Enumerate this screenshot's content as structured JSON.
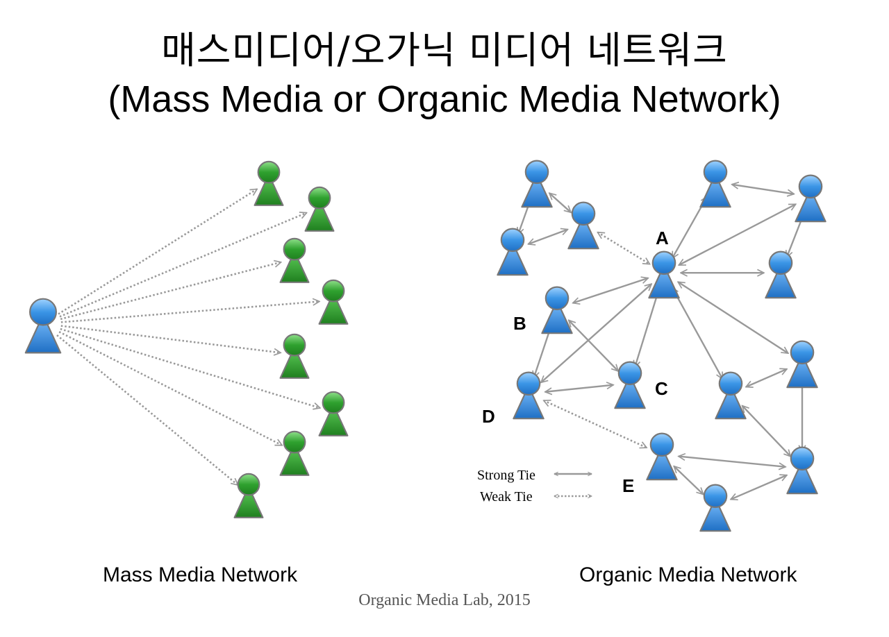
{
  "title_ko": "매스미디어/오가닉 미디어 네트워크",
  "title_en": "(Mass Media or Organic Media Network)",
  "mass_caption": "Mass Media Network",
  "organic_caption": "Organic Media Network",
  "credit": "Organic Media Lab, 2015",
  "legend": {
    "strong": "Strong Tie",
    "weak": "Weak Tie"
  },
  "node_labels": {
    "A": "A",
    "B": "B",
    "C": "C",
    "D": "D",
    "E": "E"
  },
  "colors": {
    "blue_node": "#2f86d8",
    "green_node": "#2f9a2f",
    "edge": "#999999"
  },
  "mass_network": {
    "source": "broadcaster",
    "receivers": [
      "r1",
      "r2",
      "r3",
      "r4",
      "r5",
      "r6",
      "r7",
      "r8"
    ],
    "tie": "weak"
  },
  "organic_network": {
    "nodes": [
      "n1",
      "n2",
      "n3",
      "n4",
      "A",
      "n6",
      "n7",
      "n8",
      "B",
      "C",
      "D",
      "n12",
      "n13",
      "E",
      "n15",
      "n16",
      "n17"
    ],
    "strong_ties": [
      [
        "n1",
        "n2"
      ],
      [
        "n1",
        "n3"
      ],
      [
        "n2",
        "n3"
      ],
      [
        "A",
        "n6"
      ],
      [
        "n6",
        "n7"
      ],
      [
        "A",
        "n7"
      ],
      [
        "n7",
        "n8"
      ],
      [
        "A",
        "n8"
      ],
      [
        "A",
        "B"
      ],
      [
        "A",
        "C"
      ],
      [
        "A",
        "D"
      ],
      [
        "A",
        "n12"
      ],
      [
        "A",
        "n13"
      ],
      [
        "B",
        "D"
      ],
      [
        "B",
        "C"
      ],
      [
        "D",
        "C"
      ],
      [
        "n13",
        "n12"
      ],
      [
        "n13",
        "n16"
      ],
      [
        "n12",
        "n16"
      ],
      [
        "E",
        "n16"
      ],
      [
        "E",
        "n17"
      ],
      [
        "n17",
        "n16"
      ]
    ],
    "weak_ties": [
      [
        "n2",
        "A"
      ],
      [
        "D",
        "E"
      ]
    ]
  }
}
